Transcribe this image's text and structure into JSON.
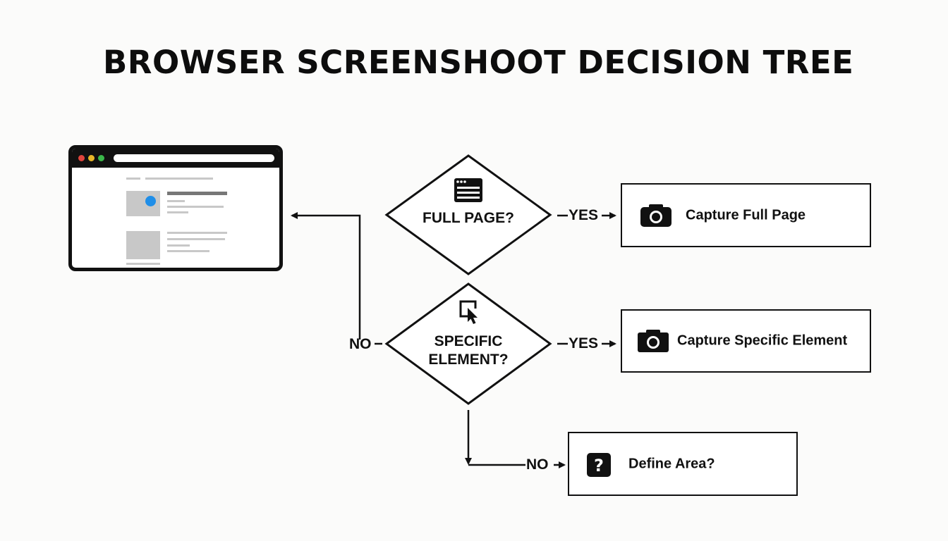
{
  "title": "BROWSER SCREENSHOOT DECISION TREE",
  "decisions": {
    "full_page": "FULL PAGE?",
    "specific_element_line1": "SPECIFIC",
    "specific_element_line2": "ELEMENT?"
  },
  "edges": {
    "yes_full": "YES",
    "yes_element": "YES",
    "no_left": "NO",
    "no_bottom": "NO"
  },
  "results": {
    "full_page": "Capture Full Page",
    "specific_element": "Capture Specific Element",
    "define_area": "Define Area?"
  },
  "icons": {
    "full_page_decision": "browser-window-icon",
    "element_decision": "cursor-select-icon",
    "full_page_result": "camera-icon",
    "element_result": "camera-icon",
    "define_area_result": "question-mark-icon"
  },
  "colors": {
    "browser_dot_red": "#e0443c",
    "browser_dot_yellow": "#e8b628",
    "browser_dot_green": "#3bb84a",
    "image_dot_blue": "#1f8ee8"
  }
}
